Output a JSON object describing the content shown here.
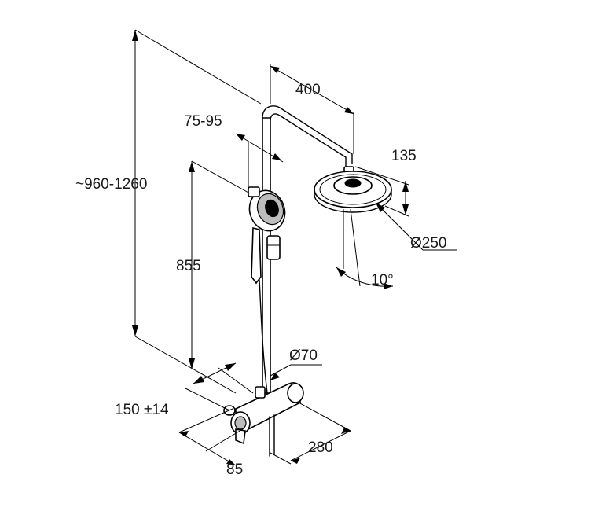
{
  "dimensions": {
    "overall_height": "~960-1260",
    "arm_length": "400",
    "handshower_offset": "75-95",
    "head_height": "135",
    "head_diameter": "Ø250",
    "tilt_angle": "10°",
    "handshower_height": "855",
    "pipe_diameter": "Ø70",
    "inlet_spacing": "150 ±14",
    "projection": "280",
    "wall_distance": "85"
  }
}
